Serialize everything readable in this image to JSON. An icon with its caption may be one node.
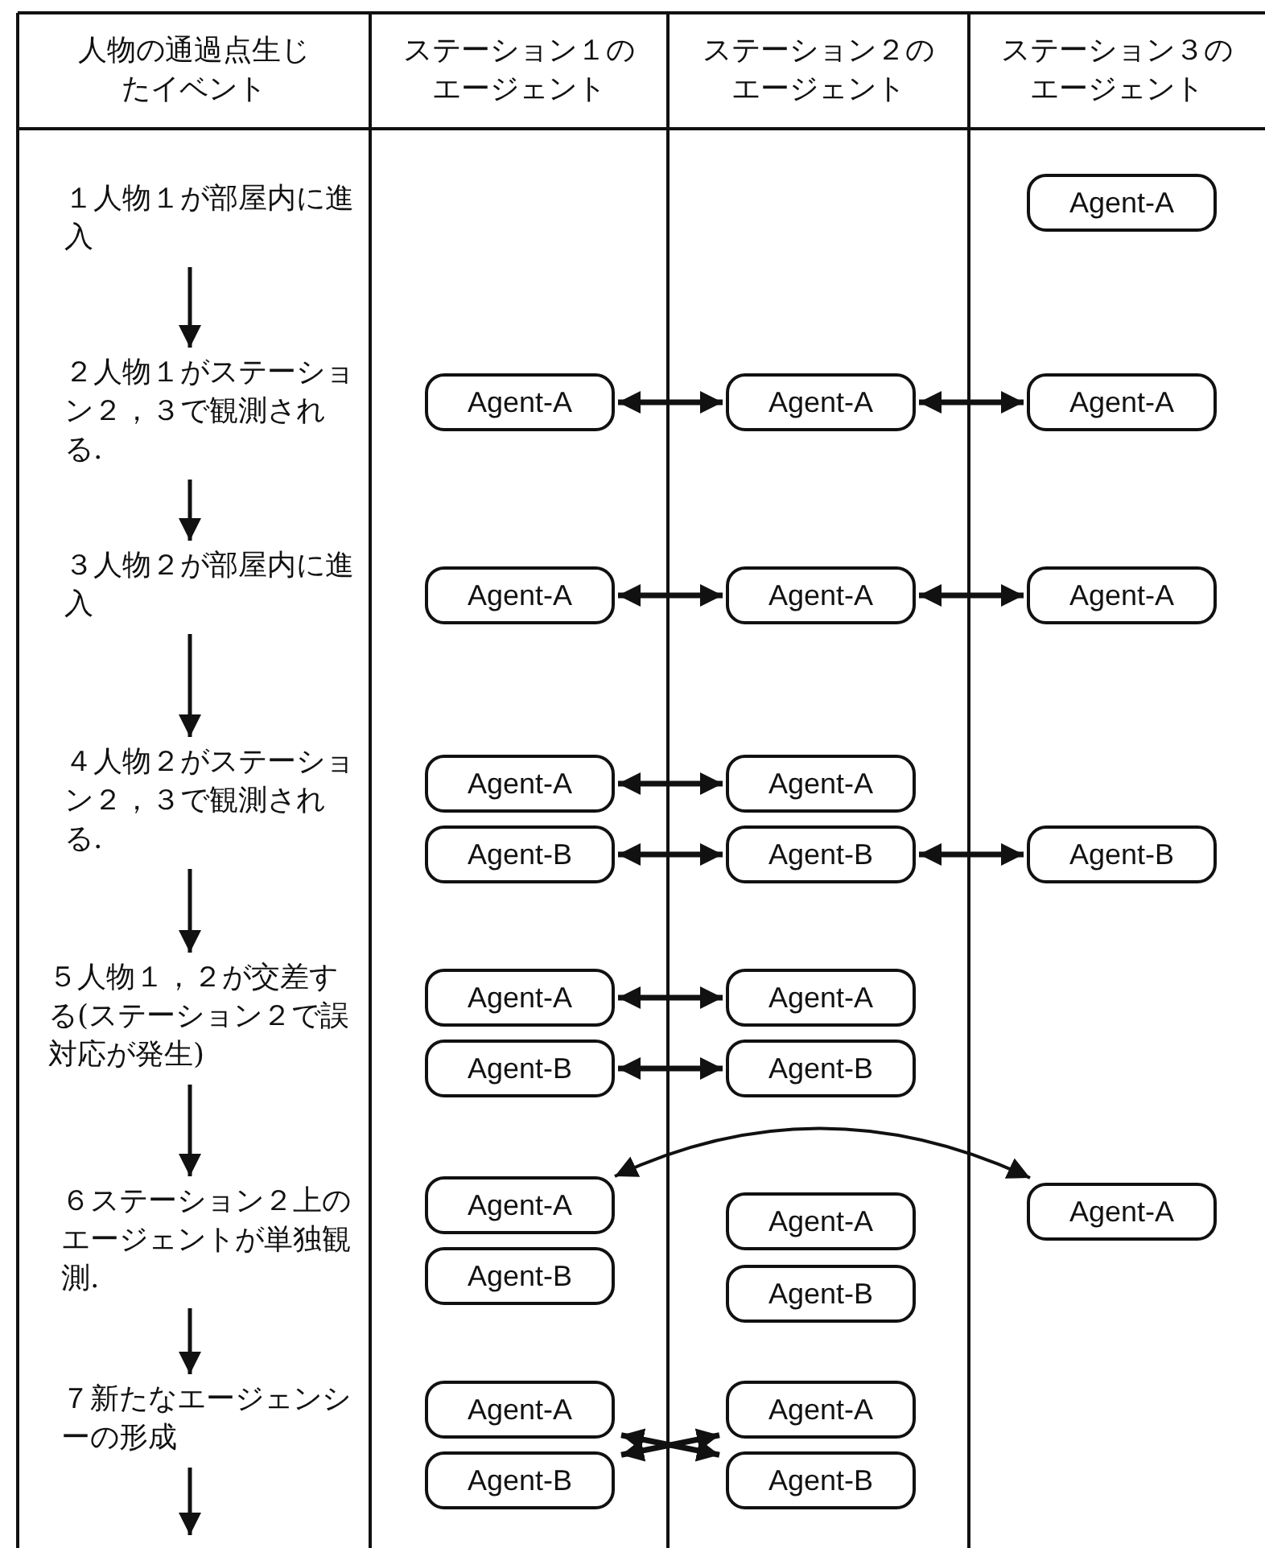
{
  "diagram": {
    "nodes": [
      {
        "text": [
          "１人物１が部屋内に進入"
        ]
      },
      {
        "text": [
          "Agent-A"
        ]
      },
      {
        "text": [
          "２人物１がステーション２，３で観測される."
        ]
      },
      {
        "text": [
          "Agent-A"
        ]
      },
      {
        "text": [
          "Agent-A"
        ]
      },
      {
        "text": [
          "Agent-A"
        ]
      },
      {
        "text": [
          "３人物２が部屋内に進入"
        ]
      },
      {
        "text": [
          "Agent-A"
        ]
      },
      {
        "text": [
          "Agent-A"
        ]
      },
      {
        "text": [
          "Agent-A"
        ]
      },
      {
        "text": [
          "４人物２がステーション２，３で観測される."
        ]
      },
      {
        "text": [
          "Agent-A"
        ]
      },
      {
        "text": [
          "Agent-A"
        ]
      },
      {
        "text": [
          "Agent-B"
        ]
      },
      {
        "text": [
          "Agent-B"
        ]
      },
      {
        "text": [
          "Agent-B"
        ]
      },
      {
        "text": [
          "５人物１，２が交差する(ステーション２で誤対応が発生)"
        ]
      },
      {
        "text": [
          "Agent-A"
        ]
      },
      {
        "text": [
          "Agent-A"
        ]
      },
      {
        "text": [
          "Agent-B"
        ]
      },
      {
        "text": [
          "Agent-B"
        ]
      },
      {
        "text": [
          "６ステーション２上のエージェントが単独観測."
        ]
      },
      {
        "text": [
          "Agent-A"
        ]
      },
      {
        "text": [
          "Agent-A"
        ]
      },
      {
        "text": [
          "Agent-A"
        ]
      },
      {
        "text": [
          "Agent-B"
        ]
      },
      {
        "text": [
          "Agent-B"
        ]
      },
      {
        "text": [
          "７新たなエージェンシーの形成"
        ]
      },
      {
        "text": [
          "Agent-A"
        ]
      },
      {
        "text": [
          "Agent-A"
        ]
      },
      {
        "text": [
          "Agent-B"
        ]
      },
      {
        "text": [
          "Agent-B"
        ]
      }
    ],
    "edges": [
      {
        "from": 0,
        "to": 2,
        "arrow": "to"
      },
      {
        "from": 2,
        "to": 6,
        "arrow": "to"
      },
      {
        "from": 6,
        "to": 10,
        "arrow": "to"
      },
      {
        "from": 10,
        "to": 16,
        "arrow": "to"
      },
      {
        "from": 16,
        "to": 21,
        "arrow": "to"
      },
      {
        "from": 21,
        "to": 27,
        "arrow": "to"
      },
      {
        "from": 27,
        "to": null,
        "arrow": "to"
      },
      {
        "from": 3,
        "to": 4,
        "arrow": "both"
      },
      {
        "from": 4,
        "to": 5,
        "arrow": "both"
      },
      {
        "from": 7,
        "to": 8,
        "arrow": "both"
      },
      {
        "from": 8,
        "to": 9,
        "arrow": "both"
      },
      {
        "from": 11,
        "to": 12,
        "arrow": "both"
      },
      {
        "from": 13,
        "to": 14,
        "arrow": "both"
      },
      {
        "from": 14,
        "to": 15,
        "arrow": "both"
      },
      {
        "from": 17,
        "to": 18,
        "arrow": "both"
      },
      {
        "from": 19,
        "to": 20,
        "arrow": "both"
      },
      {
        "from": 22,
        "to": 24,
        "arrow": "both"
      },
      {
        "from": 28,
        "to": 31,
        "arrow": "both"
      },
      {
        "from": 30,
        "to": 29,
        "arrow": "both"
      }
    ],
    "labels": [
      "人物の通過点生じたイベント",
      "ステーション１のエージェント",
      "ステーション２のエージェント",
      "ステーション３のエージェント"
    ]
  }
}
